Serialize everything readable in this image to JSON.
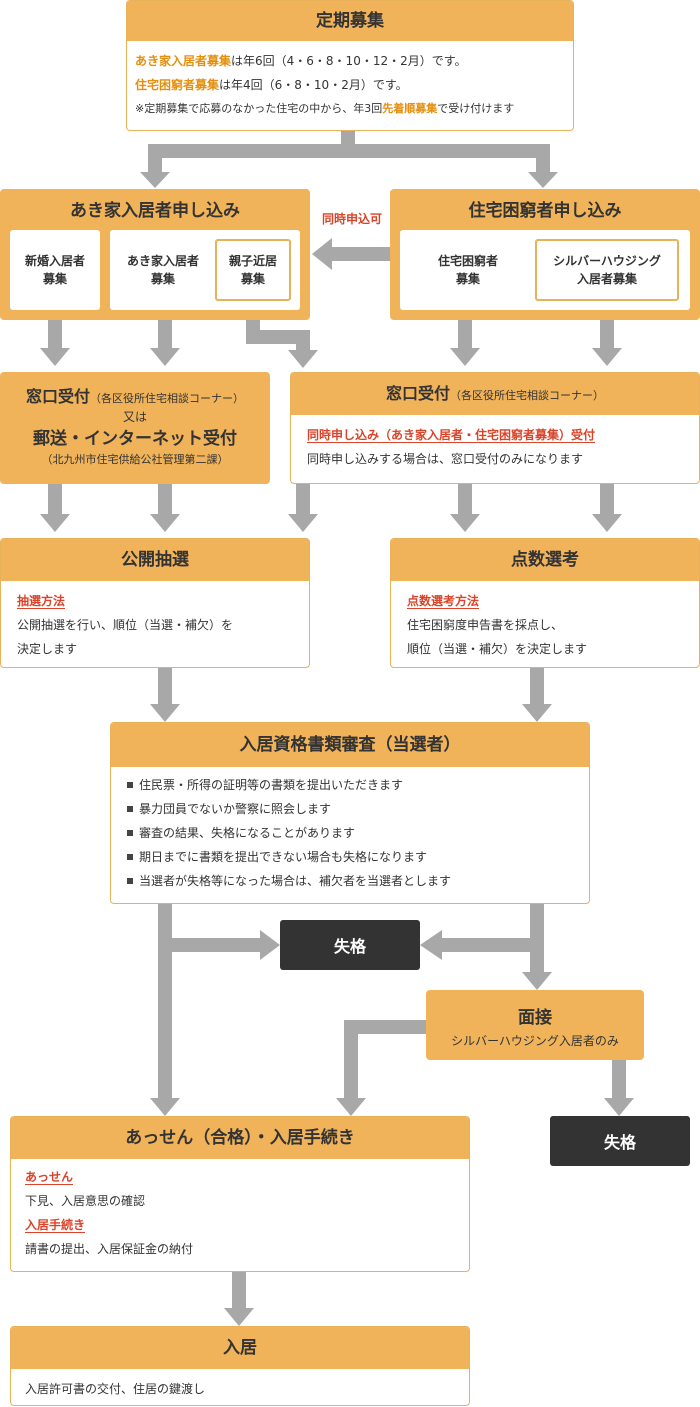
{
  "regular": {
    "title": "定期募集",
    "line1_em": "あき家入居者募集",
    "line1_rest": "は年6回（4・6・8・10・12・2月）です。",
    "line2_em": "住宅困窮者募集",
    "line2_rest": "は年4回（6・8・10・2月）です。",
    "note_pre": "※定期募集で応募のなかった住宅の中から、年3回",
    "note_em": "先着順募集",
    "note_post": "で受け付けます"
  },
  "akiya": {
    "title": "あき家入居者申し込み",
    "sub1": "新婚入居者\n募集",
    "sub2": "あき家入居者\n募集",
    "sub3": "親子近居\n募集"
  },
  "simultaneous_label": "同時申込可",
  "konkyu": {
    "title": "住宅困窮者申し込み",
    "sub1": "住宅困窮者\n募集",
    "sub2": "シルバーハウジング\n入居者募集"
  },
  "madoguchi_left": {
    "title": "窓口受付",
    "title_note": "（各区役所住宅相談コーナー）",
    "or": "又は",
    "mail": "郵送・インターネット受付",
    "mail_note": "（北九州市住宅供給公社管理第二課）"
  },
  "madoguchi_right": {
    "title": "窓口受付",
    "title_note": "（各区役所住宅相談コーナー）",
    "em": "同時申し込み（あき家入居者・住宅困窮者募集）受付",
    "text": "同時申し込みする場合は、窓口受付のみになります"
  },
  "lottery": {
    "title": "公開抽選",
    "em": "抽選方法",
    "text1": "公開抽選を行い、順位（当選・補欠）を",
    "text2": "決定します"
  },
  "score": {
    "title": "点数選考",
    "em": "点数選考方法",
    "text1": "住宅困窮度申告書を採点し、",
    "text2": "順位（当選・補欠）を決定します"
  },
  "review": {
    "title": "入居資格書類審査（当選者）",
    "items": [
      "住民票・所得の証明等の書類を提出いただきます",
      "暴力団員でないか警察に照会します",
      "審査の結果、失格になることがあります",
      "期日までに書類を提出できない場合も失格になります",
      "当選者が失格等になった場合は、補欠者を当選者とします"
    ]
  },
  "fail1": "失格",
  "interview": {
    "title": "面接",
    "note": "シルバーハウジング入居者のみ"
  },
  "fail2": "失格",
  "assen": {
    "title": "あっせん（合格）・入居手続き",
    "em1": "あっせん",
    "text1": "下見、入居意思の確認",
    "em2": "入居手続き",
    "text2": "請書の提出、入居保証金の納付"
  },
  "move_in": {
    "title": "入居",
    "text": "入居許可書の交付、住居の鍵渡し"
  },
  "colors": {
    "header": "#f0b35a",
    "border": "#e8b25a",
    "arrow": "#a8a8a8",
    "accent_orange": "#e58f0f",
    "accent_red": "#d9442a",
    "dark": "#333333"
  }
}
